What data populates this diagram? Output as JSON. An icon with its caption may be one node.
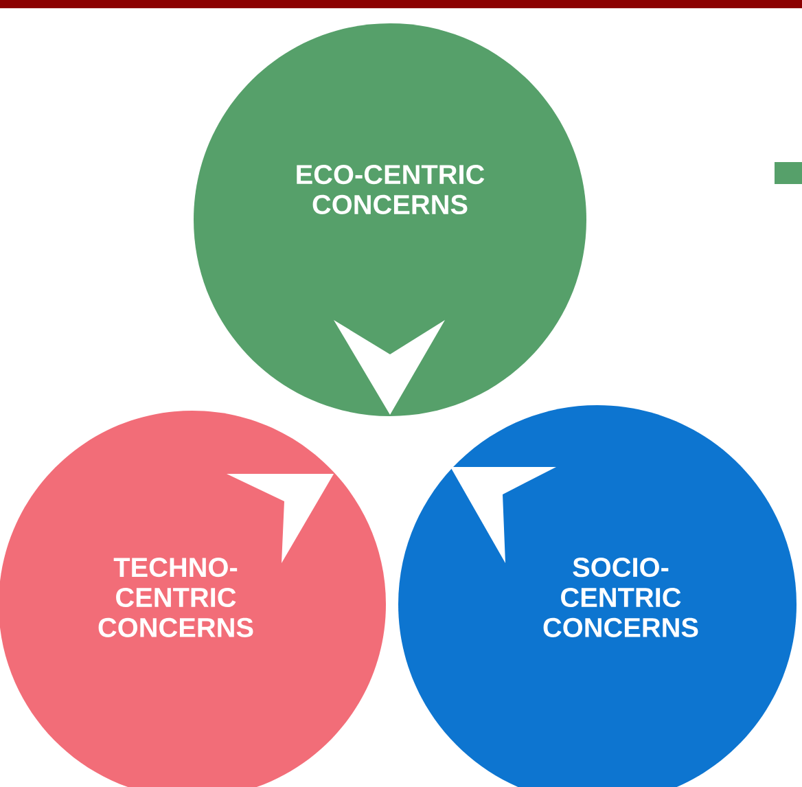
{
  "diagram": {
    "nodes": [
      {
        "text": [
          "ECO-CENTRIC CONCERNS"
        ]
      },
      {
        "text": [
          "TECHNO- CENTRIC CONCERNS"
        ]
      },
      {
        "text": [
          "SOCIO- CENTRIC CONCERNS"
        ]
      }
    ]
  }
}
